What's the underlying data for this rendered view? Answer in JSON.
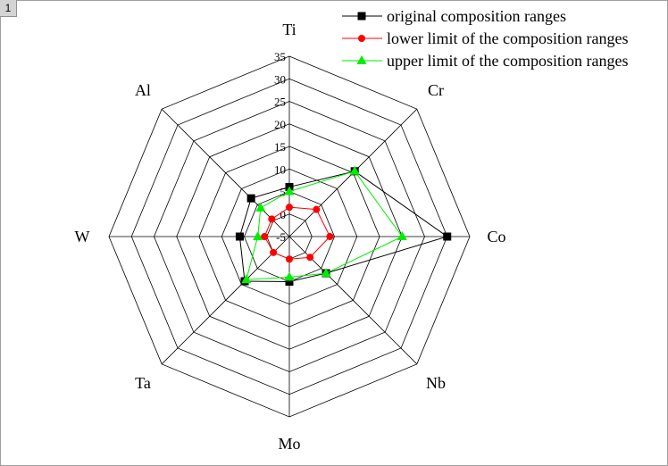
{
  "page": {
    "badge": "1"
  },
  "chart_data": {
    "type": "radar",
    "axes": [
      "Ti",
      "Cr",
      "Co",
      "Nb",
      "Mo",
      "Ta",
      "W",
      "Al"
    ],
    "r_ticks": [
      "-5",
      "0",
      "5",
      "10",
      "15",
      "20",
      "25",
      "30",
      "35"
    ],
    "r_min": -5,
    "r_max": 35,
    "grid": true,
    "legend_position": "top-right",
    "series": [
      {
        "name": "original composition ranges",
        "color": "#000000",
        "marker": "square",
        "values": [
          6,
          15.5,
          30,
          6.5,
          5,
          9,
          6,
          7
        ]
      },
      {
        "name": "lower limit of the composition ranges",
        "color": "#ff0000",
        "marker": "circle",
        "values": [
          1.5,
          3.5,
          4,
          1.5,
          0,
          0,
          0.5,
          0.5
        ]
      },
      {
        "name": "upper limit of the composition ranges",
        "color": "#00ee00",
        "marker": "triangle",
        "values": [
          5,
          15.5,
          20,
          6.5,
          4,
          8.5,
          2,
          4
        ]
      }
    ]
  }
}
